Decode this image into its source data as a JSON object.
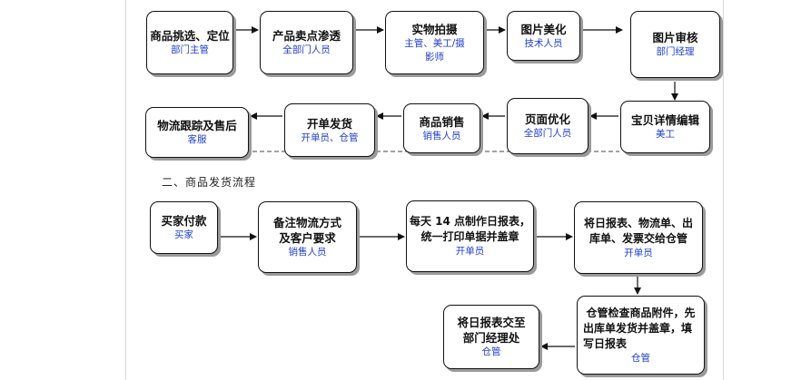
{
  "flow1": {
    "row1": [
      {
        "title": "商品挑选、定位",
        "role": "部门主管"
      },
      {
        "title": "产品卖点渗透",
        "role": "全部门人员"
      },
      {
        "title": "实物拍摄",
        "role": "主管、美工/摄",
        "role2": "影师"
      },
      {
        "title": "图片美化",
        "role": "技术人员"
      },
      {
        "title": "图片审核",
        "role": "部门经理"
      }
    ],
    "row2": [
      {
        "title": "宝贝详情编辑",
        "role": "美工"
      },
      {
        "title": "页面优化",
        "role": "全部门人员"
      },
      {
        "title": "商品销售",
        "role": "销售人员"
      },
      {
        "title": "开单发货",
        "role": "开单员、仓管"
      },
      {
        "title": "物流跟踪及售后",
        "role": "客服"
      }
    ]
  },
  "section2": {
    "heading": "二、商品发货流程"
  },
  "flow2": {
    "buyer": {
      "title": "买家付款",
      "role": "买家"
    },
    "note": {
      "line1": "备注物流方式",
      "line2": "及客户要求",
      "role": "销售人员"
    },
    "print": {
      "line1": "每天 14 点制作日报表，",
      "line2": "统一打印单据并盖章",
      "role": "开单员"
    },
    "handover": {
      "line1": "将日报表、物流单、出",
      "line2": "库单、发票交给仓管",
      "role": "开单员"
    },
    "check": {
      "line1": "仓管检查商品附件，先",
      "line2": "出库单发货并盖章，填",
      "line3": "写日报表",
      "role": "仓管"
    },
    "report": {
      "line1": "将日报表交至",
      "line2": "部门经理处",
      "role": "仓管"
    }
  }
}
